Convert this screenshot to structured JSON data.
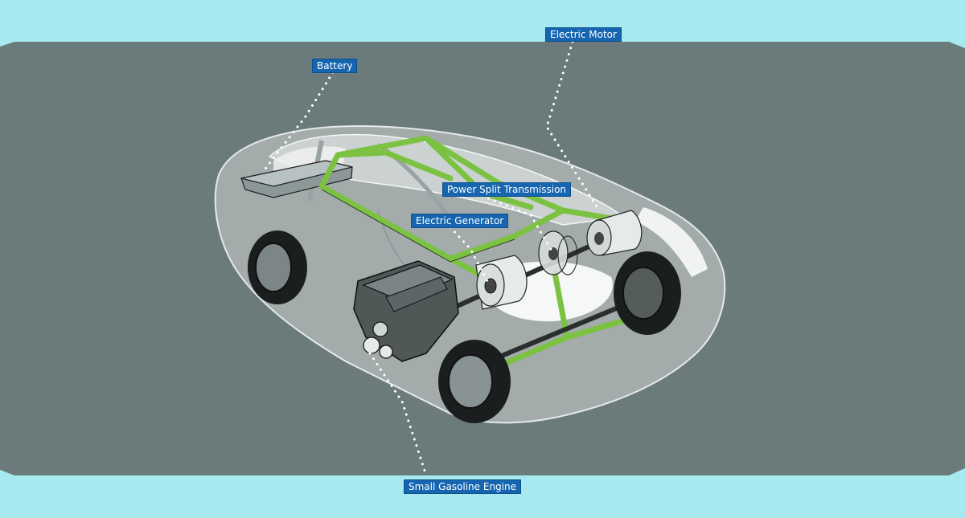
{
  "colors": {
    "page_background": "#a6e9ee",
    "panel_background": "#6b7b7b",
    "power_path": "#7cc242",
    "label_background": "#1565b0",
    "label_text": "#ffffff",
    "car_body": "#c8cccc",
    "tire": "#1b1e1e"
  },
  "labels": {
    "battery": "Battery",
    "electric_motor": "Electric Motor",
    "power_split_transmission": "Power Split Transmission",
    "electric_generator": "Electric Generator",
    "small_gasoline_engine": "Small Gasoline Engine"
  }
}
